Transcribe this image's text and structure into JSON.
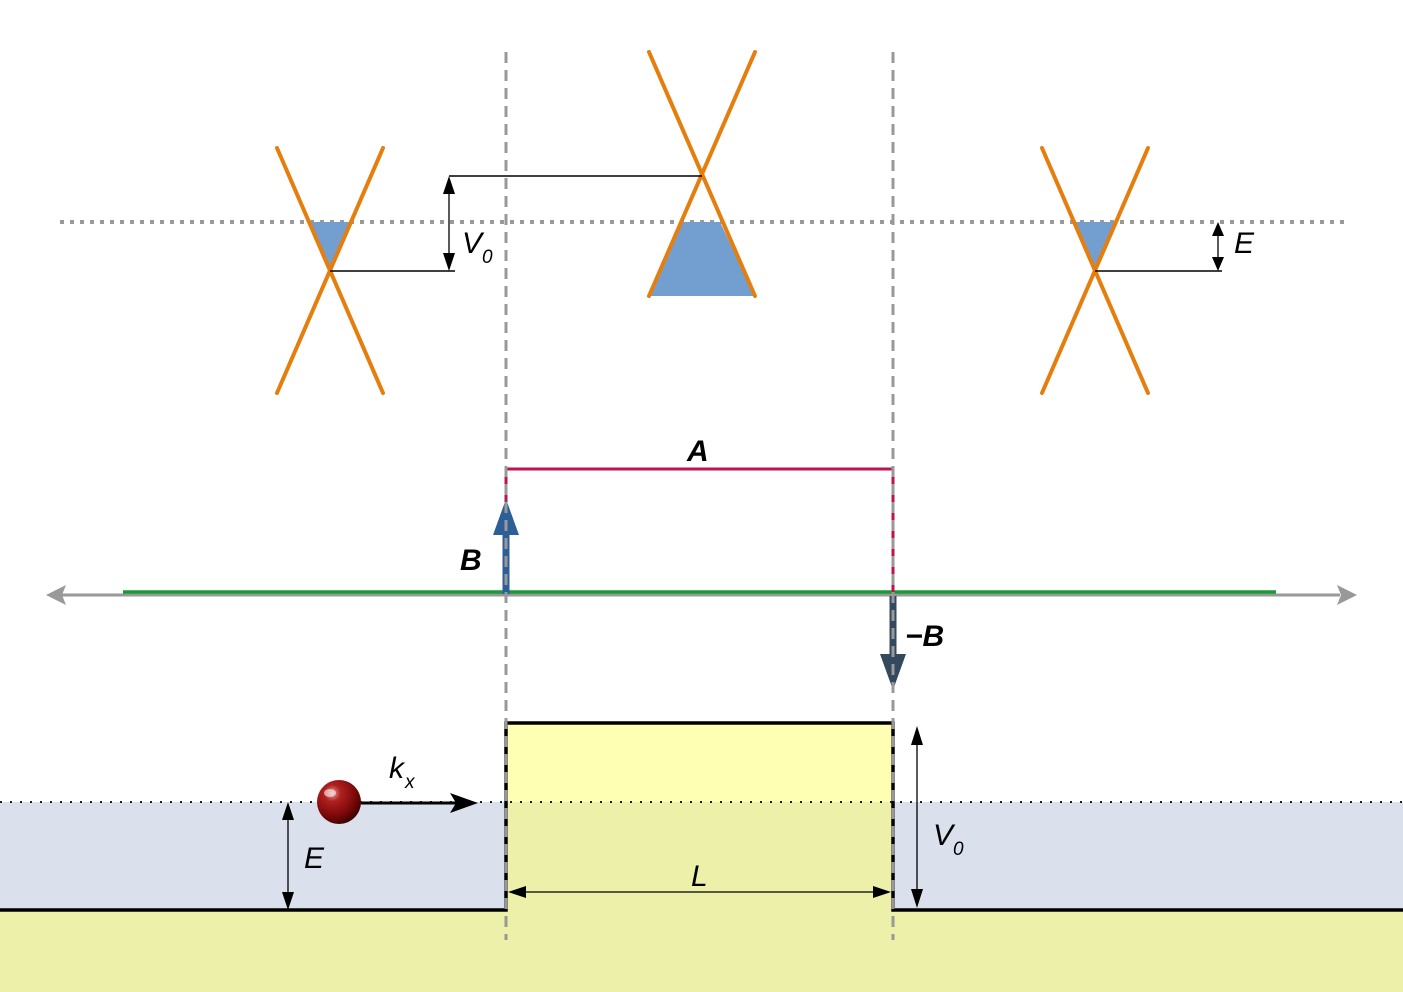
{
  "labels": {
    "v0_top": "V",
    "v0_top_sub": "0",
    "e_top": "E",
    "a_label": "A",
    "b_label": "B",
    "neg_b_label": "−B",
    "kx_label": "k",
    "kx_sub": "x",
    "e_bottom": "E",
    "l_label": "L",
    "v0_bottom": "V",
    "v0_bottom_sub": "0"
  },
  "colors": {
    "cone": "#e67e0e",
    "filled_states": "#729fcf",
    "vector_potential": "#c0134c",
    "field_up": "#2e5e96",
    "field_down": "#34495e",
    "axis": "#999999",
    "green_line": "#1a9a3a",
    "barrier_fill": "#ffffb3",
    "region_below": "#ecf0a8",
    "fermi_sea": "#dae0ec",
    "particle": "#8b0a0a",
    "guide_dashes": "#999999"
  },
  "icons": {
    "particle": "electron-sphere-icon",
    "arrowheads": "arrowhead-icon"
  }
}
